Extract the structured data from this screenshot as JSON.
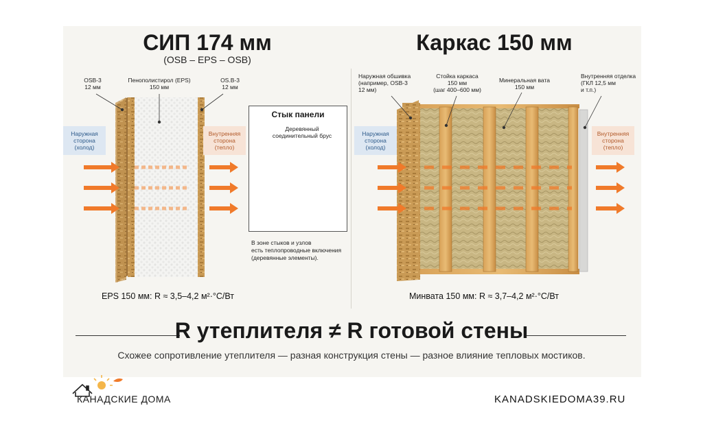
{
  "sip": {
    "title": "СИП 174 мм",
    "subtitle": "(OSB – EPS – OSB)",
    "osb_left": "OSB-3\n12 мм",
    "eps": "Пенополистирол (EPS)\n150 мм",
    "osb_right": "OS.B-3\n12 мм",
    "outside": "Наружная\nсторона\n(холод)",
    "inside": "Внутренняя\nсторона\n(тепло)",
    "formula": "EPS 150 мм:  R ≈ 3,5–4,2 м²·°С/Вт",
    "joint_title": "Стык панели",
    "joint_label": "Деревянный\nсоединительный брус",
    "joint_note": "В зоне стыков и узлов\nесть теплопроводные включения\n(деревянные элементы)."
  },
  "frame": {
    "title": "Каркас 150 мм",
    "outer_sheathing": "Наружная обшивка\n(например, OSB-3\n12 мм)",
    "stud": "Стойка каркаса\n150 мм\n(шаг 400–600 мм)",
    "wool": "Минеральная вата\n150 мм",
    "inner_finish": "Внутренняя отделка\n(ГКЛ 12,5 мм\nи т.п.)",
    "outside": "Наружная\nсторона\n(холод)",
    "inside": "Внутренняя\nсторона\n(тепло)",
    "formula": "Минвата 150 мм: R ≈ 3,7–4,2 м²·°С/Вт"
  },
  "headline": "R утеплителя ≠ R готовой стены",
  "tagline": "Схожее сопротивление утеплителя — разная конструкция стены — разное влияние тепловых мостиков.",
  "brand": {
    "name": "КАНАДСКИЕ ДОМА",
    "website": "KANADSKIEDOMA39.RU"
  },
  "colors": {
    "arrow": "#f07a2a",
    "osb": "#c99a55",
    "eps": "#f2f2f0",
    "wool": "#c9b98a",
    "cold_bg": "#dde7f2",
    "warm_bg": "#f7e3d6"
  }
}
